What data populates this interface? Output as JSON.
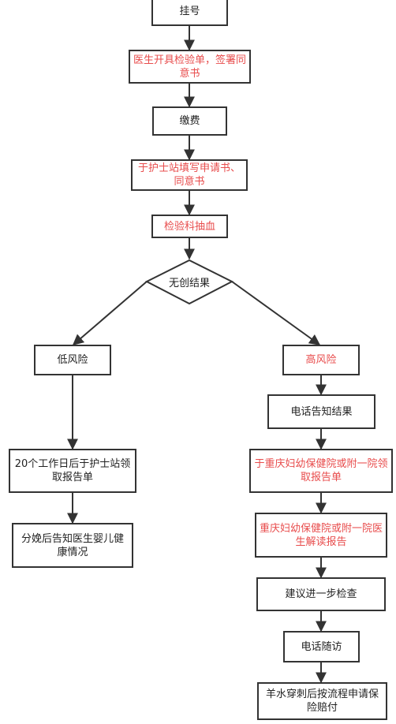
{
  "colors": {
    "stroke": "#333333",
    "text": "#222222",
    "highlight": "#e84c4c"
  },
  "nodes": {
    "register": "挂号",
    "issue_form": "医生开具检验单，签署同意书",
    "pay": "缴费",
    "nurse_form": "于护士站填写申请书、同意书",
    "blood_draw": "检验科抽血",
    "result": "无创结果",
    "low_risk": "低风险",
    "high_risk": "高风险",
    "low_pickup": "20个工作日后于护士站领取报告单",
    "low_after": "分娩后告知医生婴儿健康情况",
    "phone_notify": "电话告知结果",
    "high_pickup": "于重庆妇幼保健院或附一院领取报告单",
    "doctor_explain": "重庆妇幼保健院或附一院医生解读报告",
    "further_check": "建议进一步检查",
    "phone_followup": "电话随访",
    "insurance": "羊水穿刺后按流程申请保险赔付"
  }
}
